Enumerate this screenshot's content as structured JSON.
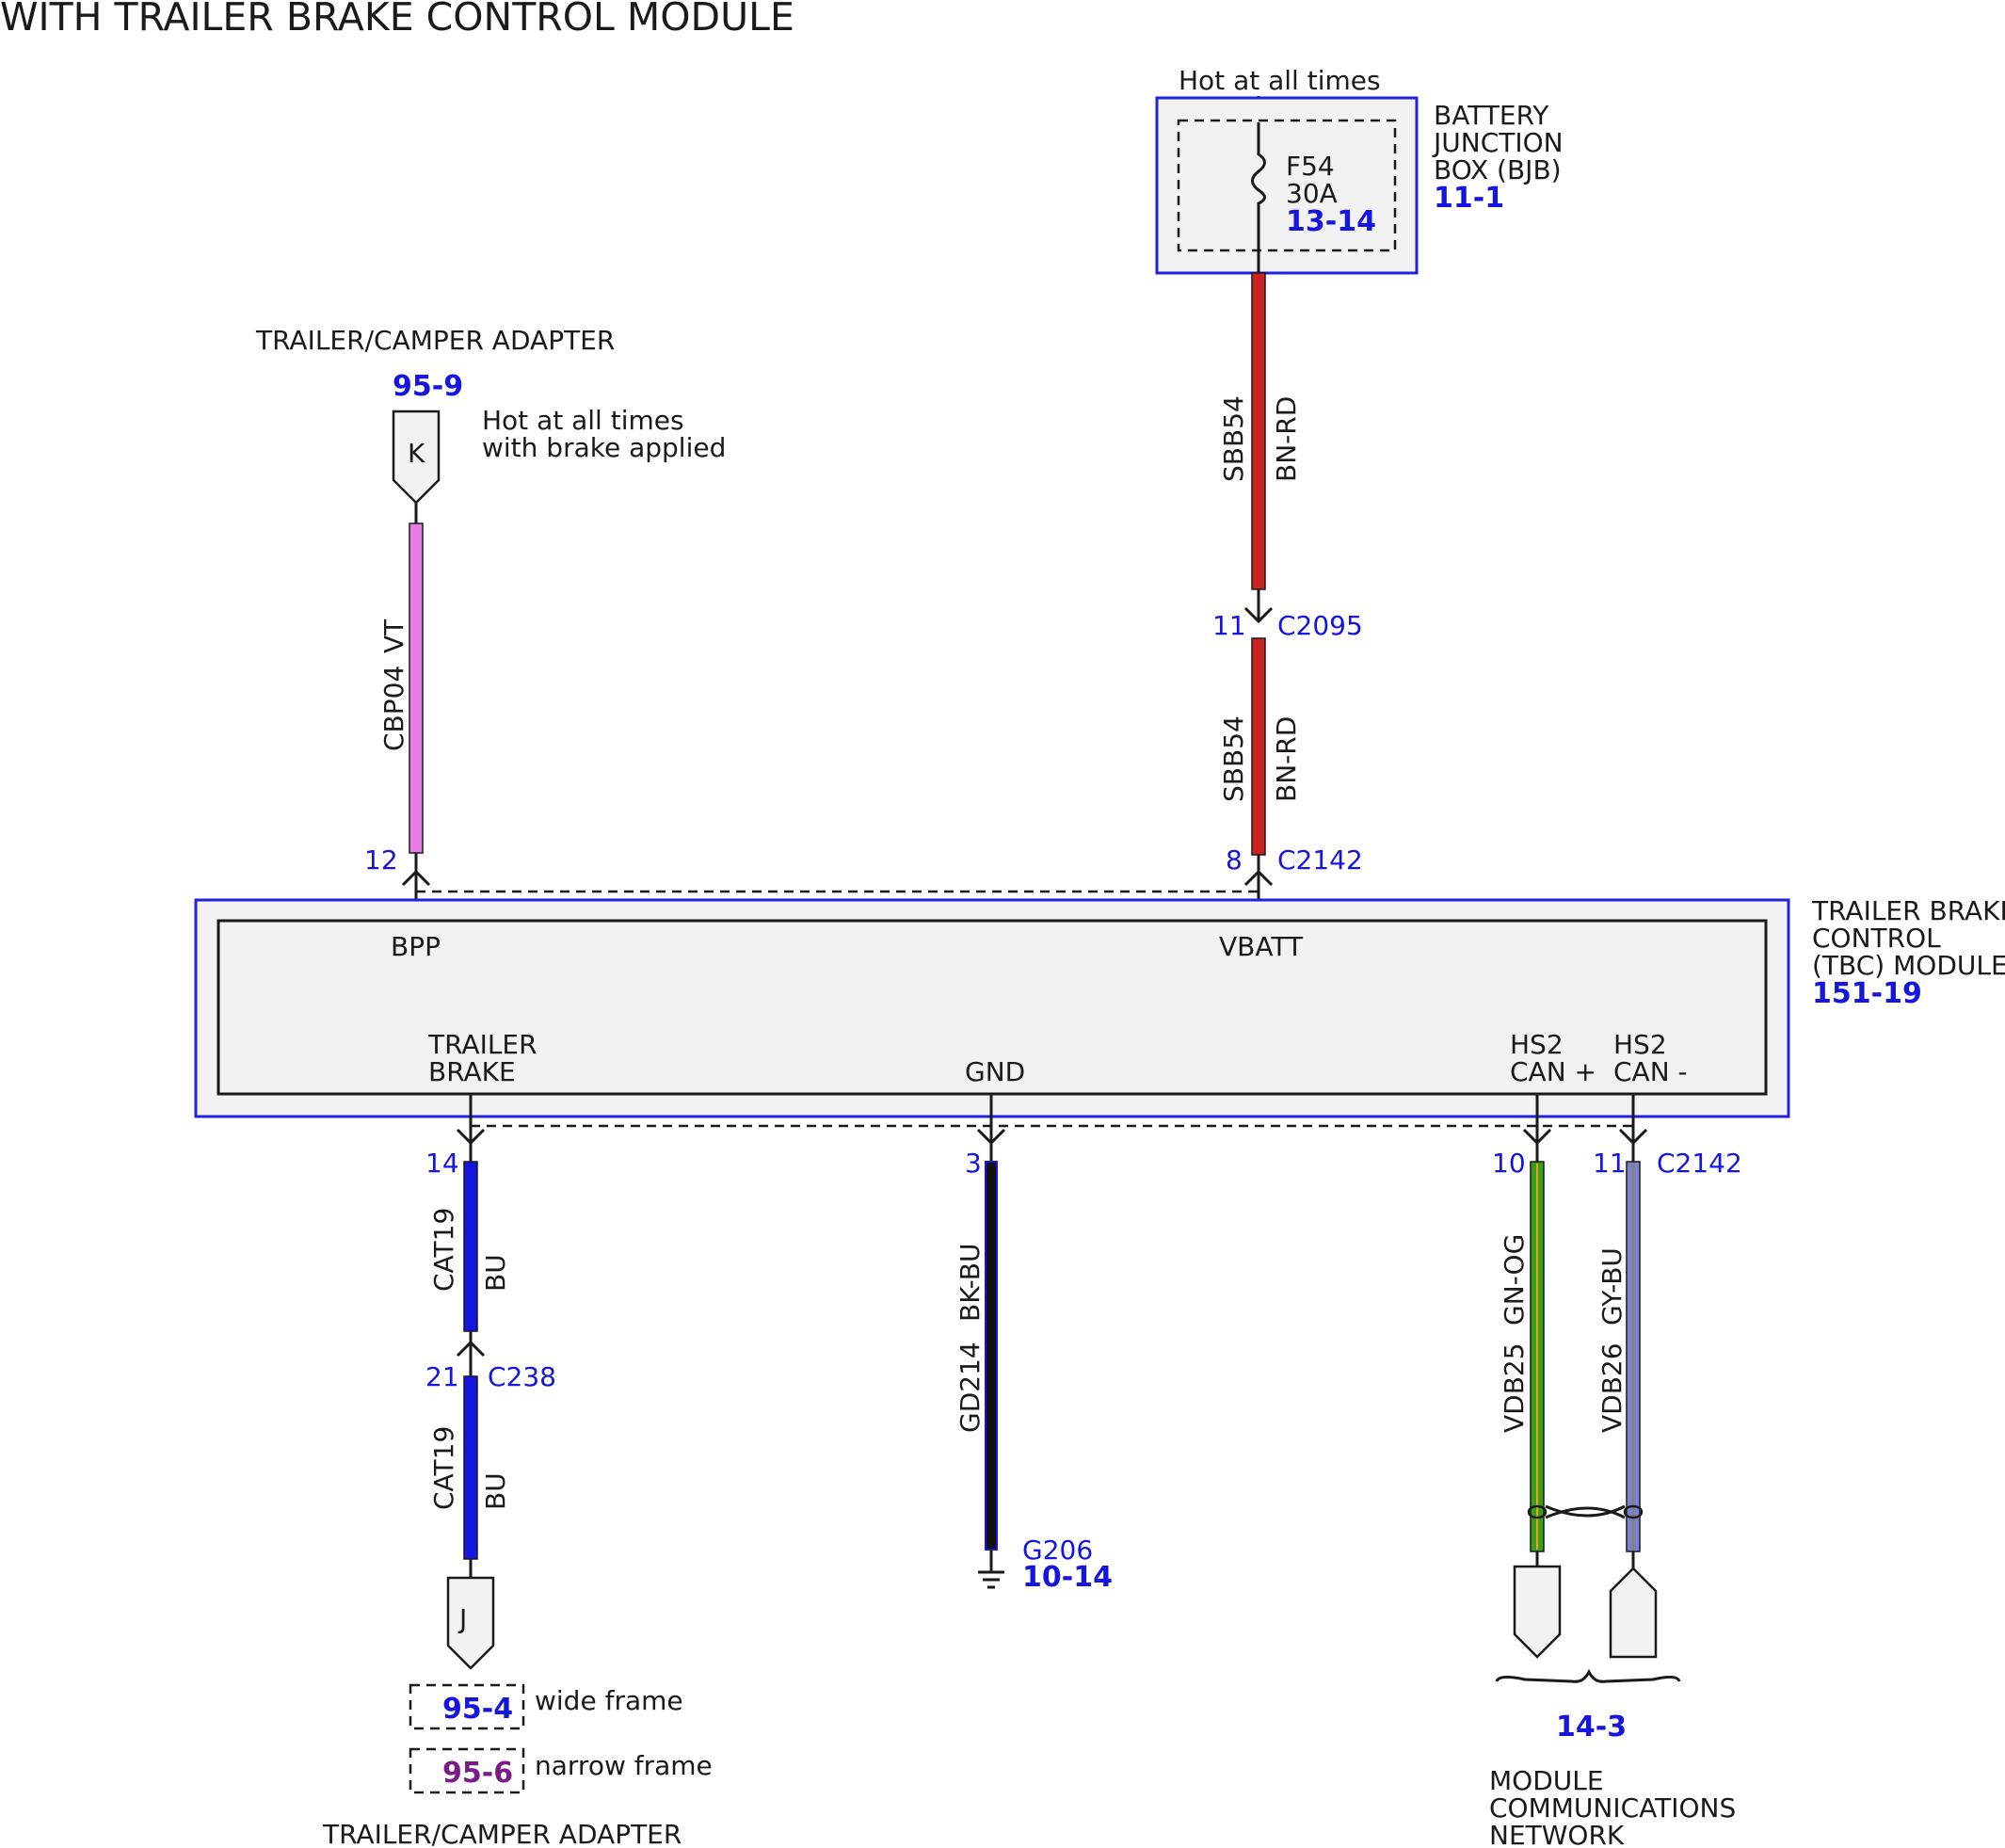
{
  "title": "WITH TRAILER BRAKE CONTROL MODULE",
  "colors": {
    "ref_blue": "#1515e0",
    "ref_purple": "#7a1b87",
    "component_border": "#2222dd",
    "component_fill": "#f2f2f2",
    "wire_VT": "#e67ee6",
    "wire_BN_RD": "#cc2222",
    "wire_BU": "#1515e0",
    "wire_BK_BU": "#111111",
    "wire_GN_OG": "#3a9e1a",
    "wire_GY_BU": "#8080d0"
  },
  "bjb": {
    "hot_label": "Hot at all times",
    "name_line1": "BATTERY",
    "name_line2": "JUNCTION",
    "name_line3": "BOX (BJB)",
    "ref": "11-1",
    "fuse_id": "F54",
    "fuse_rating": "30A",
    "fuse_ref": "13-14"
  },
  "trailer_adapter_top": {
    "name": "TRAILER/CAMPER ADAPTER",
    "ref": "95-9",
    "pin": "K",
    "note_line1": "Hot at all times",
    "note_line2": "with brake applied"
  },
  "wires": {
    "cbp04": {
      "circuit": "CBP04",
      "color": "VT",
      "pin_module": "12"
    },
    "sbb54_upper": {
      "circuit": "SBB54",
      "color": "BN-RD"
    },
    "sbb54_lower": {
      "circuit": "SBB54",
      "color": "BN-RD"
    },
    "cat19_upper": {
      "circuit": "CAT19",
      "color": "BU"
    },
    "cat19_lower": {
      "circuit": "CAT19",
      "color": "BU"
    },
    "gd214": {
      "circuit": "GD214",
      "color": "BK-BU"
    },
    "vdb25": {
      "circuit": "VDB25",
      "color": "GN-OG"
    },
    "vdb26": {
      "circuit": "VDB26",
      "color": "GY-BU"
    }
  },
  "connectors": {
    "c2095_pin": "11",
    "c2095": "C2095",
    "c2142_top_pin": "8",
    "c2142_top": "C2142",
    "c238_pin": "21",
    "c238": "C238",
    "bottom_pin_brake": "14",
    "bottom_pin_gnd": "3",
    "bottom_pin_can_plus": "10",
    "bottom_pin_can_minus": "11",
    "c2142_bottom": "C2142"
  },
  "module": {
    "name_line1": "TRAILER BRAKE",
    "name_line2": "CONTROL",
    "name_line3": "(TBC) MODULE",
    "ref": "151-19",
    "pin_bpp": "BPP",
    "pin_vbatt": "VBATT",
    "pin_brake_line1": "TRAILER",
    "pin_brake_line2": "BRAKE",
    "pin_gnd": "GND",
    "pin_can_plus_line1": "HS2",
    "pin_can_plus_line2": "CAN +",
    "pin_can_minus_line1": "HS2",
    "pin_can_minus_line2": "CAN -"
  },
  "ground": {
    "id": "G206",
    "ref": "10-14"
  },
  "trailer_adapter_bottom": {
    "pin": "J",
    "ref_wide": "95-4",
    "wide_label": "wide frame",
    "ref_narrow": "95-6",
    "narrow_label": "narrow frame",
    "name": "TRAILER/CAMPER ADAPTER"
  },
  "network": {
    "ref": "14-3",
    "name_line1": "MODULE",
    "name_line2": "COMMUNICATIONS",
    "name_line3": "NETWORK"
  }
}
